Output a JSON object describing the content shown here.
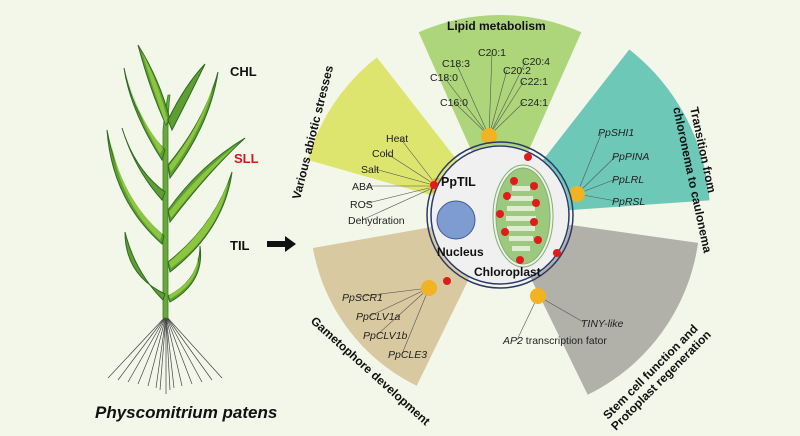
{
  "plant": {
    "species": "Physcomitrium patens",
    "labels": {
      "chl": "CHL",
      "sll": "SLL",
      "til": "TIL"
    },
    "colors": {
      "leaf_dark": "#3f7f2a",
      "leaf_light": "#8cc63f",
      "sll_label": "#d7141c"
    }
  },
  "cell": {
    "protein_label": "PpTIL",
    "nucleus_label": "Nucleus",
    "chloroplast_label": "Chloroplast",
    "colors": {
      "cell_fill": "#f0f0f0",
      "membrane": "#2b3a6b",
      "nucleus": "#7e9ccf",
      "chloroplast": "#9cc97e",
      "dot": "#e01b1b"
    }
  },
  "sectors": [
    {
      "id": "abiotic",
      "title": "Various abiotic stresses",
      "color": "#dde56f",
      "items": [
        "Heat",
        "Cold",
        "Salt",
        "ABA",
        "ROS",
        "Dehydration"
      ],
      "italic": false
    },
    {
      "id": "lipid",
      "title": "Lipid metabolism",
      "color": "#add67b",
      "items": [
        "C16:0",
        "C18:0",
        "C18:3",
        "C20:1",
        "C20:2",
        "C20:4",
        "C22:1",
        "C24:1"
      ],
      "italic": false
    },
    {
      "id": "transition",
      "title_lines": [
        "Transition from",
        "chloronema to caulonema"
      ],
      "color": "#6ec8b8",
      "items": [
        "PpSHI1",
        "PpPINA",
        "PpLRL",
        "PpRSL"
      ],
      "italic": true
    },
    {
      "id": "stemcell",
      "title_lines": [
        "Stem cell function and",
        "Protoplast regeneration"
      ],
      "color": "#b1b1aa",
      "items": [
        "TINY-like",
        "AP2 transcription fator"
      ],
      "item_italic_prefix": [
        "TINY-like",
        "AP2"
      ],
      "italic": false
    },
    {
      "id": "gametophore",
      "title": "Gametophore development",
      "color": "#d9c9a0",
      "items": [
        "PpSCR1",
        "PpCLV1a",
        "PpCLV1b",
        "PpCLE3"
      ],
      "italic": true
    }
  ],
  "hub_color": "#f0b323"
}
